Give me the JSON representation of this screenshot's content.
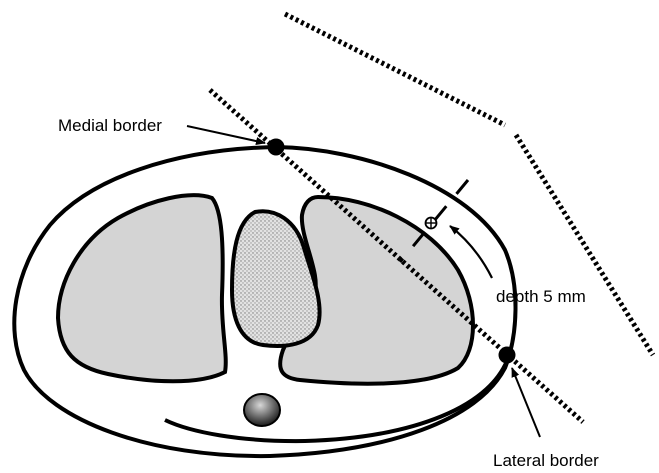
{
  "labels": {
    "medial_border": "Medial border",
    "lateral_border": "Lateral border",
    "depth": "depth 5 mm"
  },
  "colors": {
    "outline": "#000000",
    "lung_fill": "#d4d4d4",
    "heart_fill": "#dcdcdc",
    "background": "#ffffff"
  },
  "icons": {
    "isocenter": "crosshair-circle-icon",
    "border_marker": "filled-dot-icon"
  }
}
